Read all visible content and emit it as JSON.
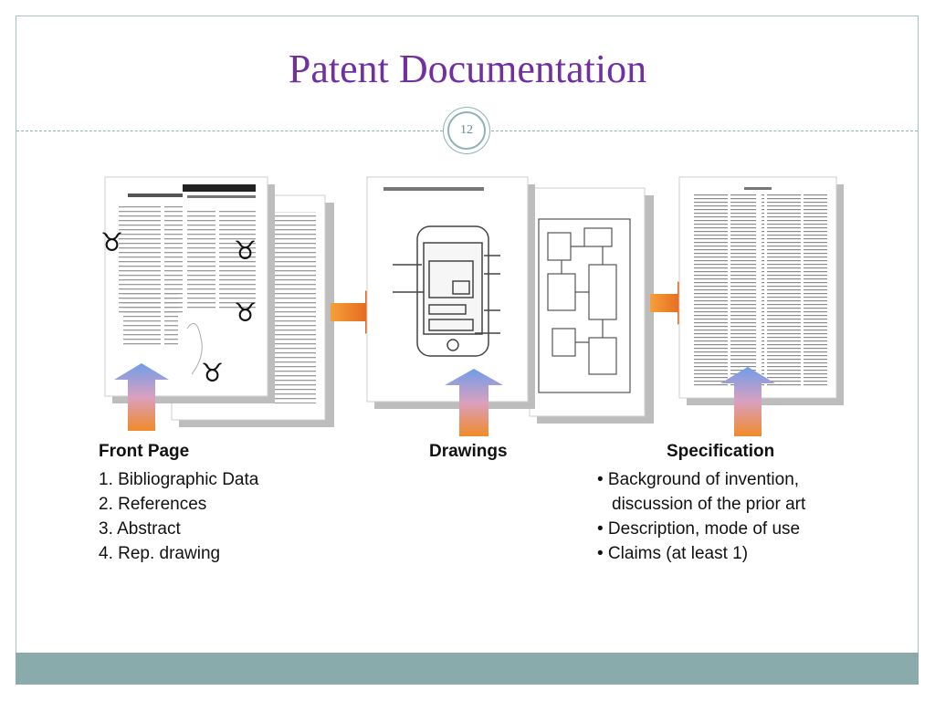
{
  "slide": {
    "title": "Patent Documentation",
    "page_number": "12"
  },
  "figure": {
    "front_page": {
      "heading": "Front Page",
      "items": [
        "1. Bibliographic Data",
        "2. References",
        "3. Abstract",
        "4. Rep. drawing"
      ]
    },
    "drawings": {
      "heading": "Drawings"
    },
    "specification": {
      "heading": "Specification",
      "items": [
        "• Background of invention,",
        "discussion of the prior art",
        "• Description, mode of use",
        "• Claims (at least 1)"
      ]
    },
    "marker_symbol": "♉",
    "colors": {
      "title": "#7030a0",
      "footer": "#8aabab",
      "arrow_orange": "#e8651a",
      "arrow_blue": "#7ea6e8"
    }
  }
}
